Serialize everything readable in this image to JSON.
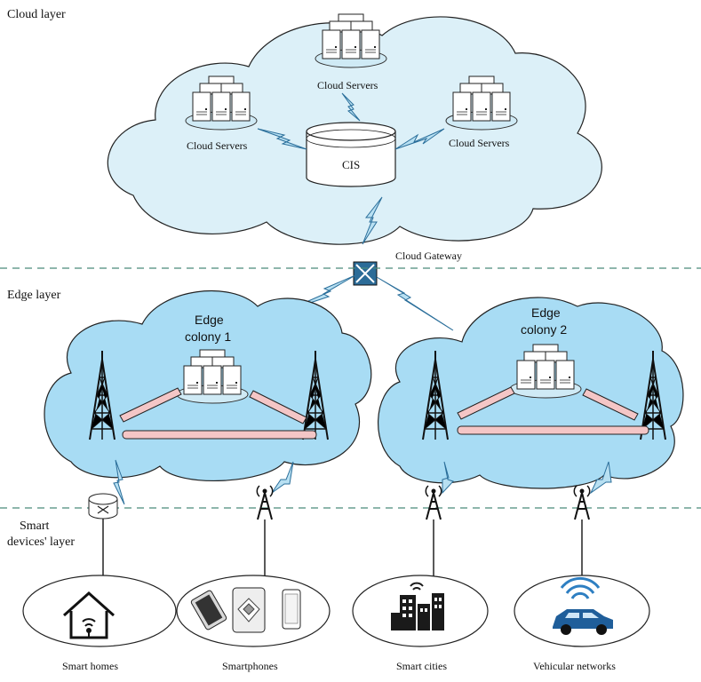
{
  "layers": {
    "cloud": "Cloud layer",
    "edge": "Edge layer",
    "devices_line1": "Smart",
    "devices_line2": "devices' layer"
  },
  "cloud": {
    "servers_top": "Cloud Servers",
    "servers_left": "Cloud Servers",
    "servers_right": "Cloud Servers",
    "cis": "CIS",
    "gateway": "Cloud Gateway"
  },
  "edge": {
    "colony1_line1": "Edge",
    "colony1_line2": "colony 1",
    "colony2_line1": "Edge",
    "colony2_line2": "colony 2"
  },
  "devices": {
    "homes": "Smart homes",
    "phones": "Smartphones",
    "cities": "Smart cities",
    "vehicles": "Vehicular networks"
  },
  "colors": {
    "cloud_fill": "#dcf0f8",
    "edge_fill": "#a8dcf4",
    "divider": "#4a8a7a",
    "lightning": "#3a8cc0"
  }
}
